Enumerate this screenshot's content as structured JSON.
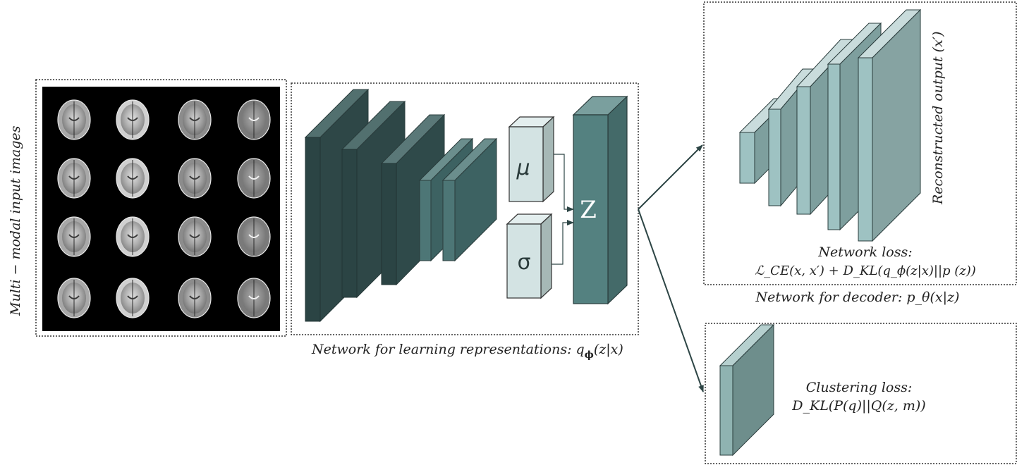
{
  "labels": {
    "input_images": "Multi − modal input images",
    "encoder_caption": "Network for learning representations: q",
    "encoder_caption_sub": "ϕ",
    "encoder_caption_tail": "(z|x)",
    "mu_symbol": "μ",
    "sigma_symbol": "σ",
    "latent_symbol": "Z",
    "reconstructed_output": "Reconstructed output (x′)",
    "network_loss_title": "Network loss:",
    "network_loss_formula": "ℒ_CE(x, x′) + D_KL(q_ϕ(z|x)||p (z))",
    "decoder_caption": "Network for decoder: p_θ(x|z)",
    "clustering_loss_title": "Clustering loss:",
    "clustering_loss_formula": "D_KL(P(q)||Q(z, m))"
  },
  "colors": {
    "encoder_dark": "#2e4848",
    "encoder_mid": "#3f6464",
    "latent": "#548180",
    "mu_sigma_box": "#d2e2e2",
    "decoder_light": "#9ec2c2",
    "cluster_block": "#8fb3b1",
    "arrow": "#2d4545",
    "border": "#333333"
  },
  "brain_grid": {
    "rows": 4,
    "cols": 4
  }
}
